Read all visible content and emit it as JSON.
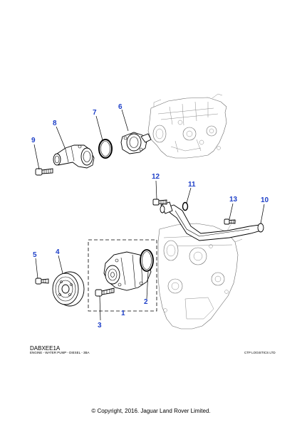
{
  "diagram": {
    "code": "DABXEE1A",
    "title": "ENGINE - WATER PUMP - DIESEL - 3BA",
    "vendor": "CTP LOGISTICS LTD",
    "copyright": "© Copyright, 2016. Jaguar Land Rover Limited.",
    "callout_color": "#1d3fc8",
    "callouts": [
      "1",
      "2",
      "3",
      "4",
      "5",
      "6",
      "7",
      "8",
      "9",
      "10",
      "11",
      "12",
      "13"
    ],
    "parts": [
      {
        "ref": "1",
        "name": "water-pump-assembly",
        "icon": "water-pump-icon"
      },
      {
        "ref": "2",
        "name": "o-ring",
        "icon": "o-ring-icon"
      },
      {
        "ref": "3",
        "name": "bolt",
        "icon": "bolt-icon"
      },
      {
        "ref": "4",
        "name": "pulley",
        "icon": "pulley-icon"
      },
      {
        "ref": "5",
        "name": "bolt",
        "icon": "bolt-icon"
      },
      {
        "ref": "6",
        "name": "thermostat-housing",
        "icon": "thermostat-icon"
      },
      {
        "ref": "7",
        "name": "o-ring",
        "icon": "o-ring-icon"
      },
      {
        "ref": "8",
        "name": "coolant-elbow",
        "icon": "elbow-icon"
      },
      {
        "ref": "9",
        "name": "bolt",
        "icon": "bolt-icon"
      },
      {
        "ref": "10",
        "name": "coolant-pipe",
        "icon": "pipe-icon"
      },
      {
        "ref": "11",
        "name": "o-ring",
        "icon": "o-ring-icon"
      },
      {
        "ref": "12",
        "name": "bolt",
        "icon": "bolt-icon"
      },
      {
        "ref": "13",
        "name": "bolt",
        "icon": "bolt-icon"
      }
    ]
  }
}
